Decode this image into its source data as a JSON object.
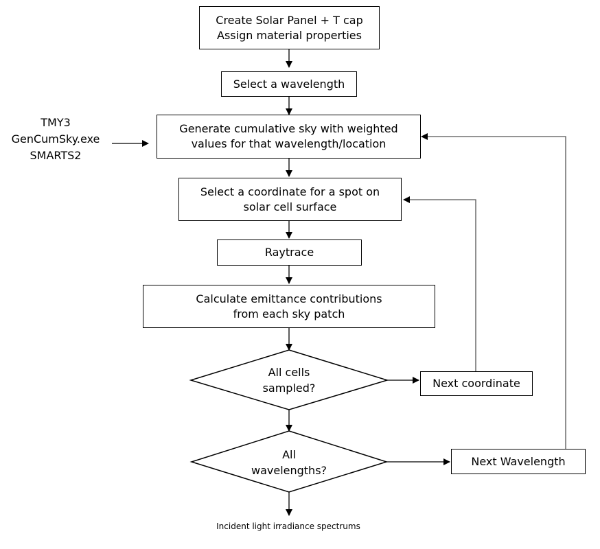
{
  "steps": {
    "create_panel": {
      "lines": [
        "Create Solar Panel + T cap",
        "Assign material properties"
      ]
    },
    "select_wavelength": {
      "lines": [
        "Select a wavelength"
      ]
    },
    "generate_sky": {
      "lines": [
        "Generate cumulative sky with weighted",
        "values for that wavelength/location"
      ]
    },
    "select_coordinate": {
      "lines": [
        "Select a coordinate for a spot on",
        "solar cell surface"
      ]
    },
    "raytrace": {
      "lines": [
        "Raytrace"
      ]
    },
    "calculate_emittance": {
      "lines": [
        "Calculate emittance contributions",
        "from each sky patch"
      ]
    },
    "next_coordinate": {
      "lines": [
        "Next coordinate"
      ]
    },
    "next_wavelength": {
      "lines": [
        "Next Wavelength"
      ]
    }
  },
  "decisions": {
    "all_cells": {
      "lines": [
        "All cells",
        "sampled?"
      ]
    },
    "all_wavelengths": {
      "lines": [
        "All",
        "wavelengths?"
      ]
    }
  },
  "inputs": {
    "lines": [
      "TMY3",
      "GenCumSky.exe",
      "SMARTS2"
    ]
  },
  "output_caption": "Incident light irradiance spectrums",
  "colors": {
    "line": "#000000",
    "loop_line": "#555555",
    "background": "#ffffff"
  }
}
